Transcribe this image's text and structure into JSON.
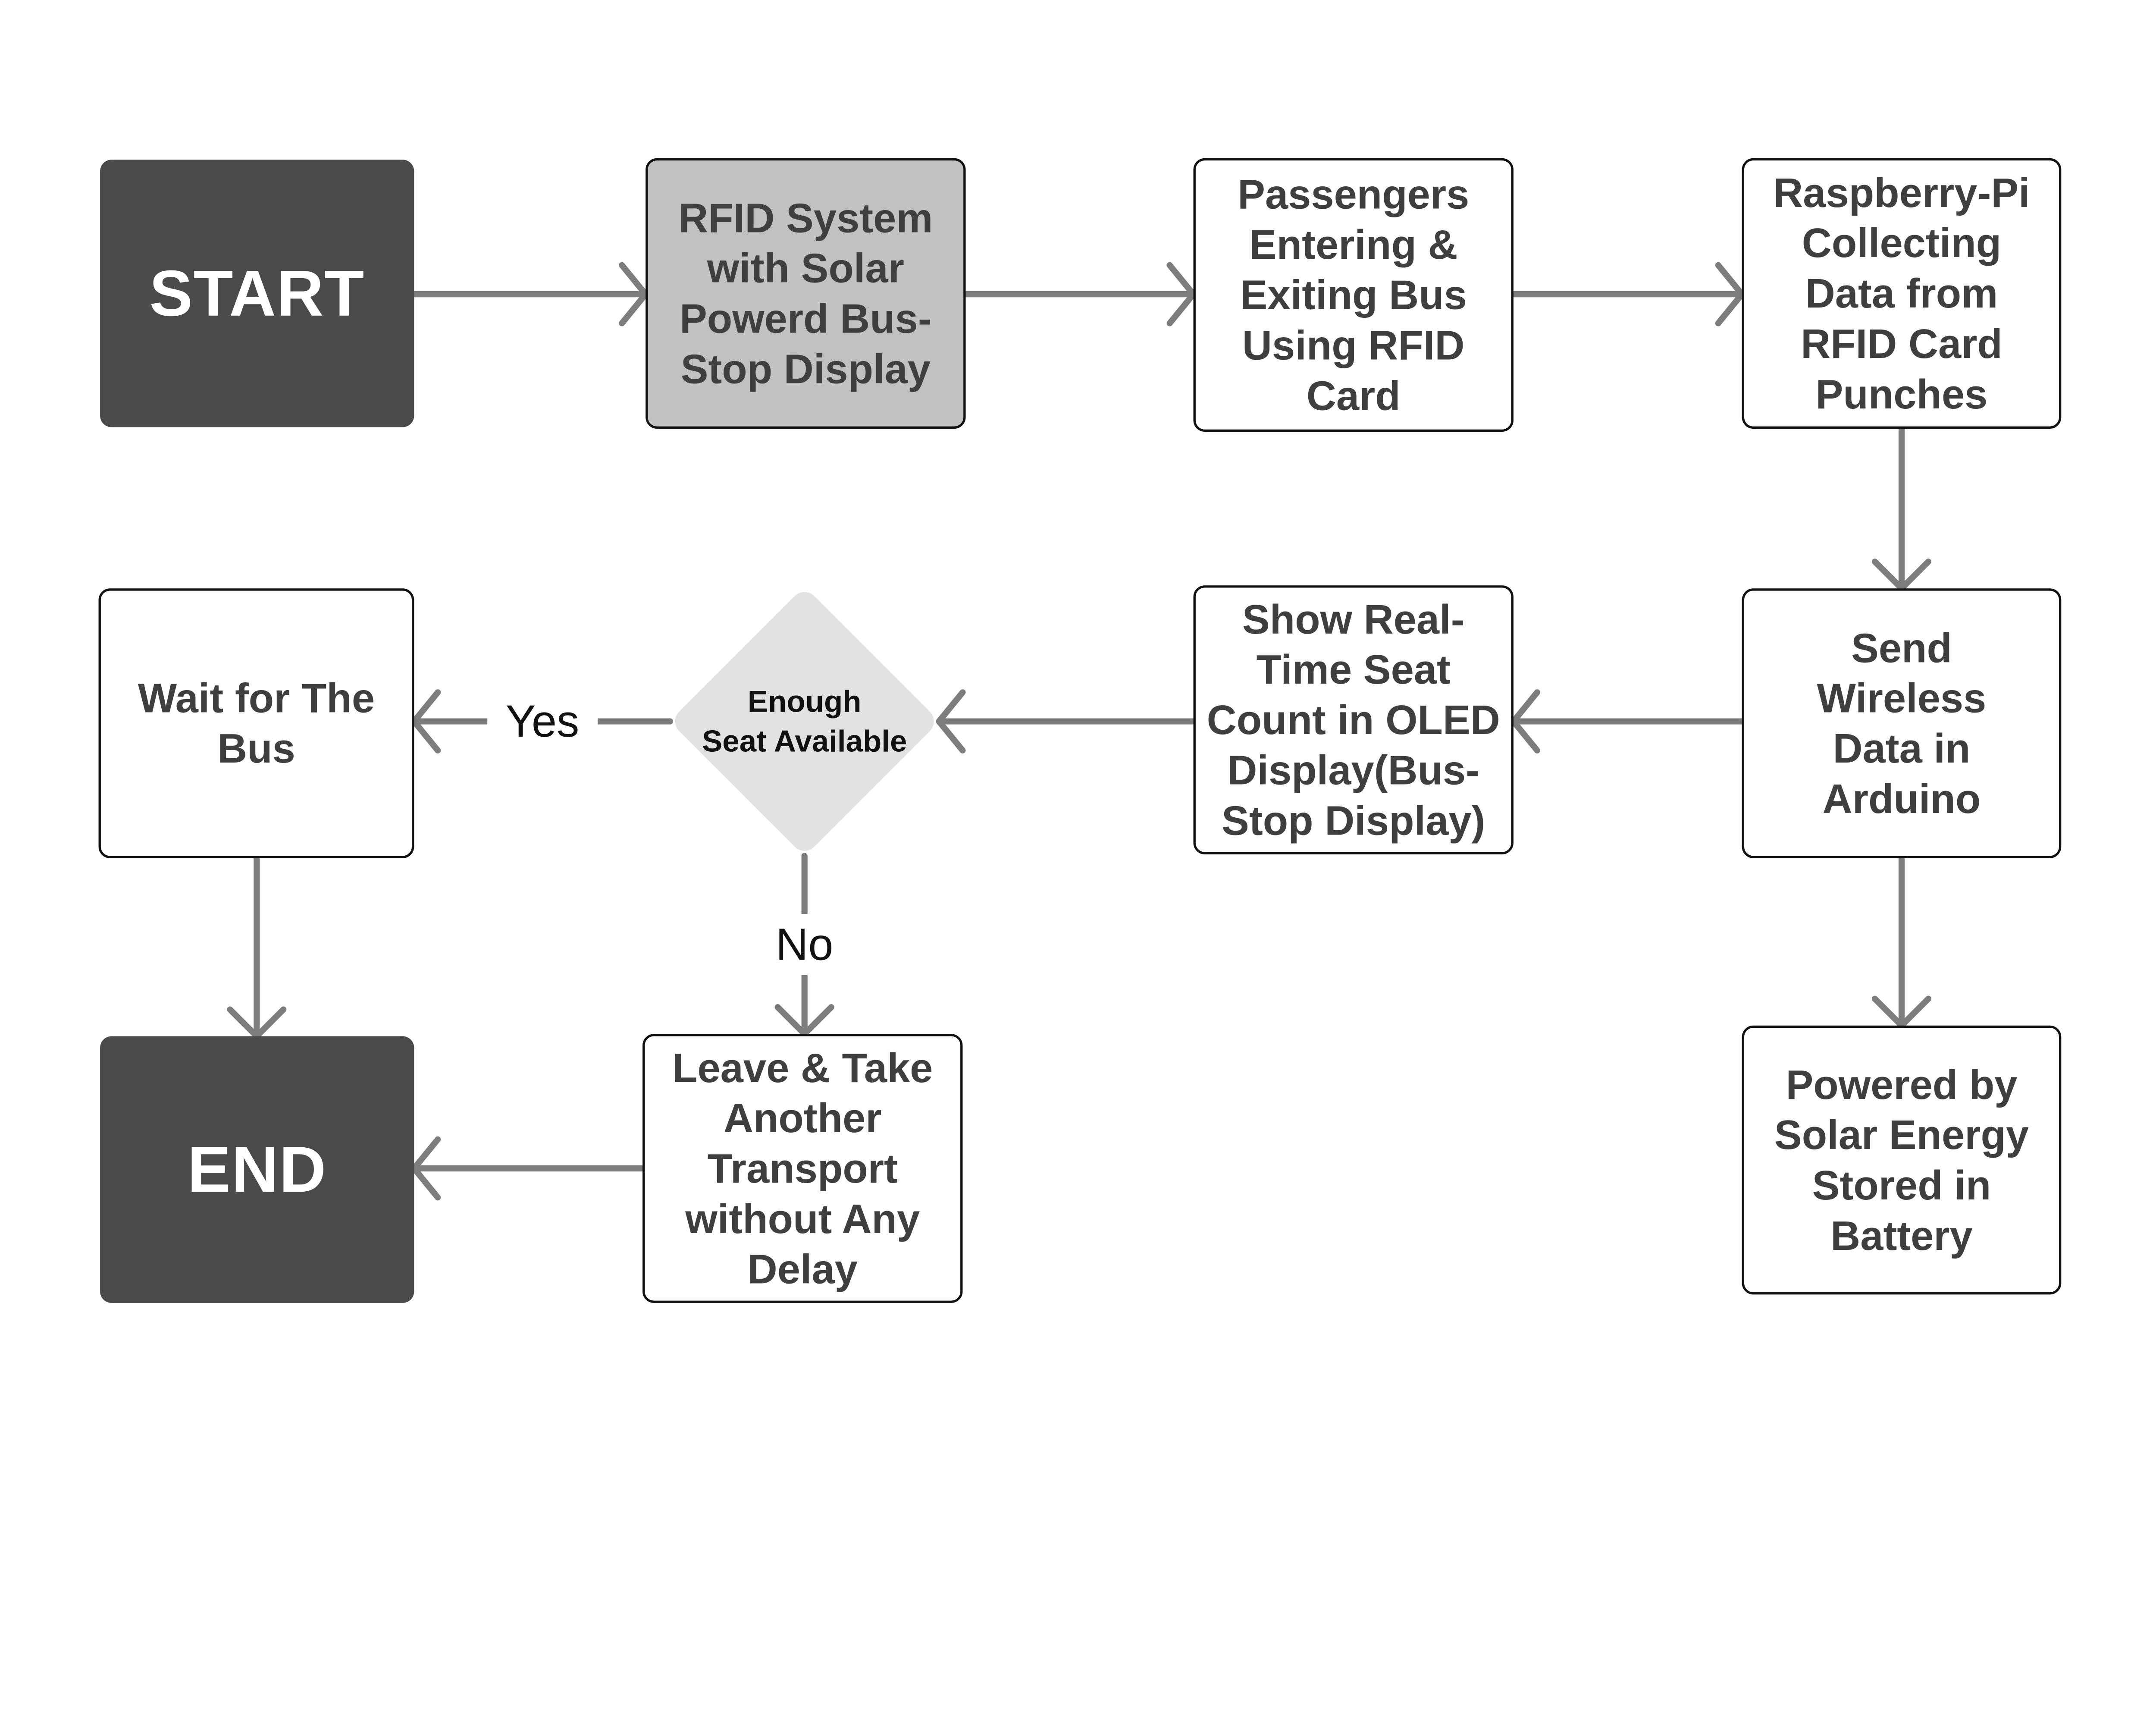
{
  "diagram": {
    "nodes": {
      "start": {
        "label": "START"
      },
      "rfid": {
        "label": "RFID System\nwith Solar\nPowerd Bus-\nStop Display"
      },
      "passengers": {
        "label": "Passengers\nEntering &\nExiting Bus\nUsing RFID\nCard"
      },
      "raspberry": {
        "label": "Raspberry-Pi\nCollecting\nData from\nRFID Card\nPunches"
      },
      "send": {
        "label": "Send\nWireless\nData in\nArduino"
      },
      "show": {
        "label": "Show Real-\nTime Seat\nCount in OLED\nDisplay(Bus-\nStop Display)"
      },
      "decision": {
        "label": "Enough\nSeat Available"
      },
      "wait": {
        "label": "Wait for The\nBus"
      },
      "leave": {
        "label": "Leave & Take\nAnother\nTransport\nwithout Any\nDelay"
      },
      "end": {
        "label": "END"
      },
      "powered": {
        "label": "Powered by\nSolar Energy\nStored in\nBattery"
      }
    },
    "edge_labels": {
      "yes": "Yes",
      "no": "No"
    },
    "colors": {
      "terminal_fill": "#4a4a4a",
      "terminal_text": "#ffffff",
      "process_fill": "#ffffff",
      "process_border": "#111111",
      "process_text": "#3f3f3f",
      "highlight_fill": "#c1c1c1",
      "decision_fill": "#e2e2e2",
      "decision_text": "#111111",
      "arrow": "#7d7d7d",
      "background": "#ffffff"
    }
  }
}
